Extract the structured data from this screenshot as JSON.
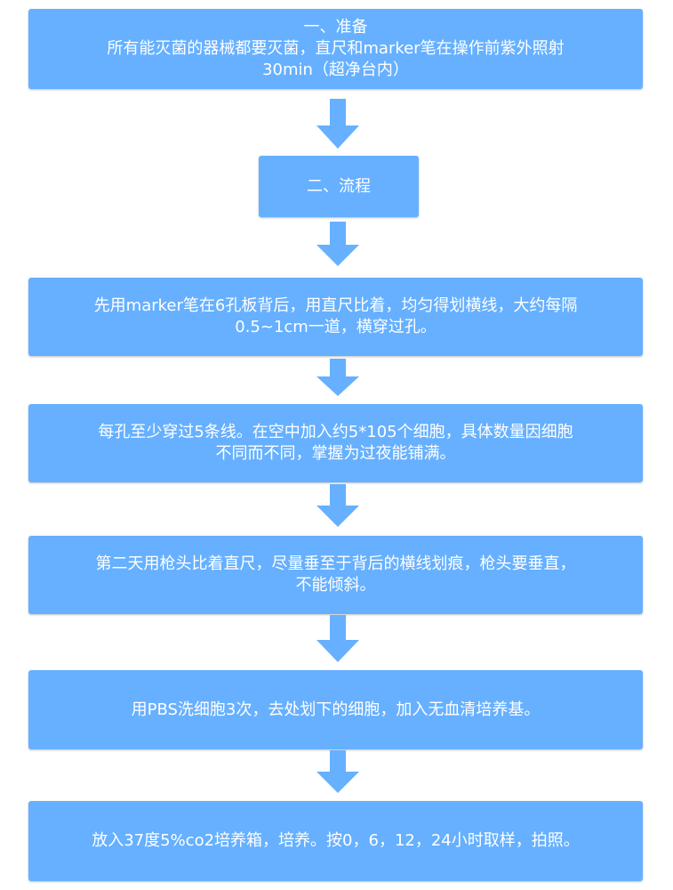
{
  "steps": [
    {
      "line1": "一、准备",
      "line2": "所有能灭菌的器械都要灭菌，直尺和marker笔在操作前紫外照射",
      "line3": "30min（超净台内）"
    },
    {
      "line1": "二、流程"
    },
    {
      "line1": "先用marker笔在6孔板背后，用直尺比着，均匀得划横线，大约每隔",
      "line2": "0.5~1cm一道，横穿过孔。"
    },
    {
      "line1": "每孔至少穿过5条线。在空中加入约5*105个细胞，具体数量因细胞",
      "line2": "不同而不同，掌握为过夜能铺满。"
    },
    {
      "line1": "第二天用枪头比着直尺，尽量垂至于背后的横线划痕，枪头要垂直，",
      "line2": "不能倾斜。"
    },
    {
      "line1": "用PBS洗细胞3次，去处划下的细胞，加入无血清培养基。"
    },
    {
      "line1": "放入37度5%co2培养箱，培养。按0，6，12，24小时取样，拍照。"
    }
  ],
  "colors": {
    "box_fill": "#66b0ff",
    "arrow_fill": "#66b0ff",
    "text": "#ffffff"
  }
}
